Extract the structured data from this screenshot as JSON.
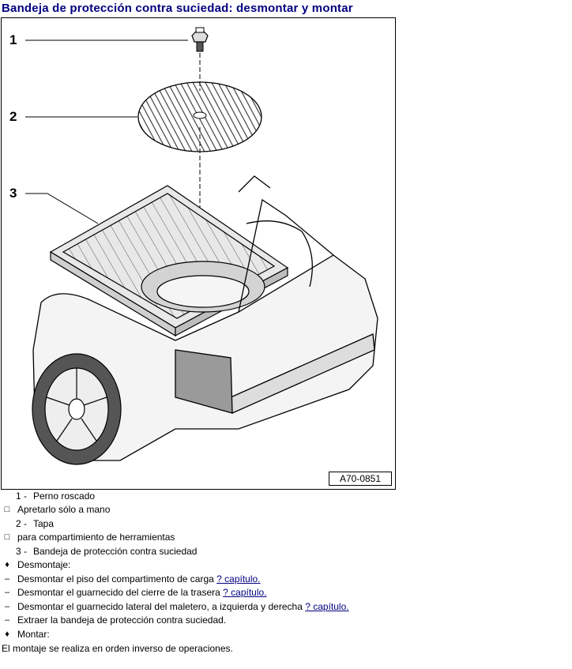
{
  "title": "Bandeja de protección contra suciedad: desmontar y montar",
  "figure": {
    "callouts": [
      "1",
      "2",
      "3"
    ],
    "reference": "A70-0851"
  },
  "legend": {
    "items": [
      {
        "number": "1 -",
        "label": "Perno roscado",
        "note_marker": "□",
        "note": "Apretarlo sólo a mano"
      },
      {
        "number": "2 -",
        "label": "Tapa",
        "note_marker": "□",
        "note": "para compartimiento de herramientas"
      },
      {
        "number": "3 -",
        "label": "Bandeja de protección contra suciedad"
      }
    ],
    "removal_marker": "♦",
    "removal_title": "Desmontaje:",
    "steps": [
      {
        "marker": "–",
        "text": "Desmontar el piso del compartimento de carga",
        "link": "?   capítulo."
      },
      {
        "marker": "–",
        "text": "Desmontar el guarnecido del cierre de la trasera",
        "link": "?   capítulo."
      },
      {
        "marker": "–",
        "text": "Desmontar el guarnecido lateral del maletero, a izquierda y derecha",
        "link": "?   capítulo."
      },
      {
        "marker": "–",
        "text": "Extraer la bandeja de protección contra suciedad."
      }
    ],
    "install_marker": "♦",
    "install_title": "Montar:",
    "footer": "El montaje se realiza en orden inverso de operaciones."
  }
}
